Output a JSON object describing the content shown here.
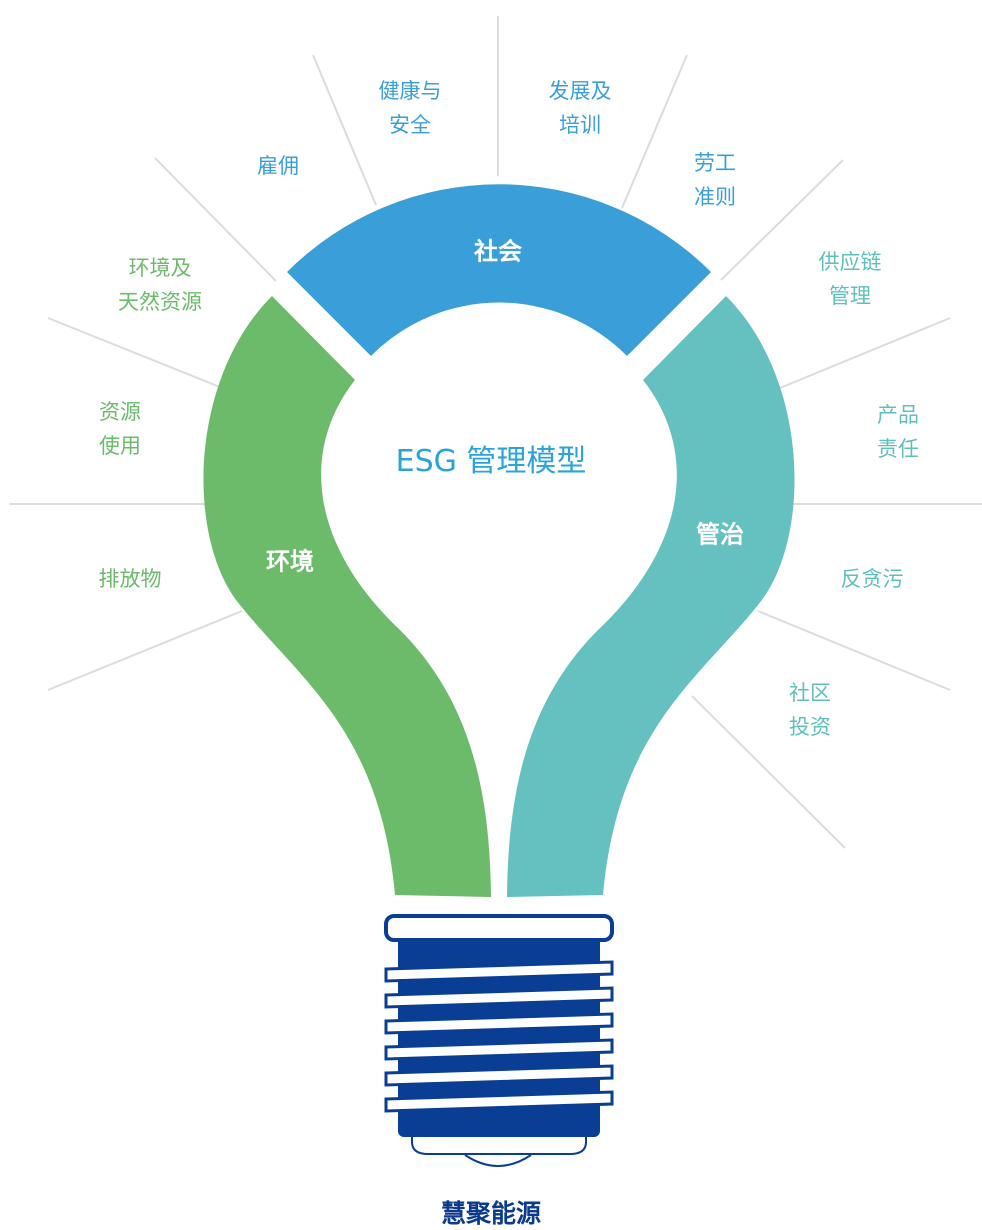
{
  "center_title": "ESG 管理模型",
  "footer": "慧聚能源",
  "categories": {
    "social": "社会",
    "environment": "环境",
    "governance": "管治"
  },
  "social_items": [
    [
      "雇佣"
    ],
    [
      "健康与",
      "安全"
    ],
    [
      "发展及",
      "培训"
    ],
    [
      "劳工",
      "准则"
    ]
  ],
  "environment_items": [
    [
      "环境及",
      "天然资源"
    ],
    [
      "资源",
      "使用"
    ],
    [
      "排放物"
    ]
  ],
  "governance_items": [
    [
      "供应链",
      "管理"
    ],
    [
      "产品",
      "责任"
    ],
    [
      "反贪污"
    ],
    [
      "社区",
      "投资"
    ]
  ],
  "colors": {
    "social": "#3a9fd9",
    "environment": "#6cbb6b",
    "governance": "#64c1bf",
    "base": "#0a3e95",
    "title": "#2aa3dc",
    "lines": "#dcdcdc"
  }
}
